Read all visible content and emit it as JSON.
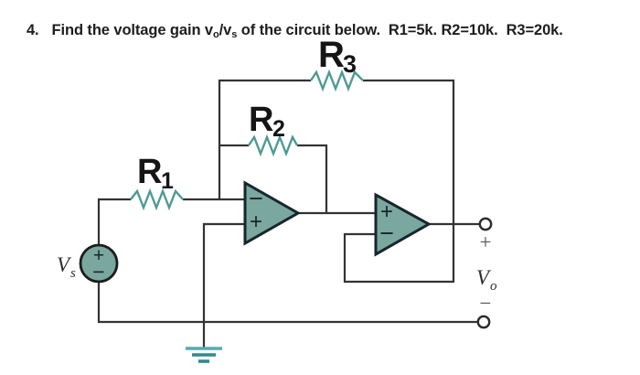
{
  "title": {
    "number": "4.",
    "pre": "Find the voltage gain v",
    "sub1": "o",
    "mid": "/v",
    "sub2": "s",
    "post": " of the circuit below.  R1=5k. R2=10k.  R3=20k."
  },
  "circuit": {
    "resistors": {
      "r1": {
        "name": "R",
        "sub": "1",
        "value": "5k"
      },
      "r2": {
        "name": "R",
        "sub": "2",
        "value": "10k"
      },
      "r3": {
        "name": "R",
        "sub": "3",
        "value": "20k"
      }
    },
    "source": {
      "name": "V",
      "sub": "s",
      "plus": "+",
      "minus": "−"
    },
    "opamp1": {
      "top_input": "−",
      "bottom_input": "+"
    },
    "opamp2": {
      "top_input": "+",
      "bottom_input": "−"
    },
    "output": {
      "plus": "+",
      "name": "V",
      "sub": "o",
      "minus": "−"
    }
  },
  "colors": {
    "wire": "#333333",
    "resistor_teal": "#4d9a94",
    "opamp_fill": "#7aa79e",
    "opamp_outline": "#17262e",
    "ground_teal": "#2f8a8e",
    "ground_teal_light": "#55acb0",
    "text_dark": "#1d1d1d",
    "terminal_gray": "#555555"
  }
}
